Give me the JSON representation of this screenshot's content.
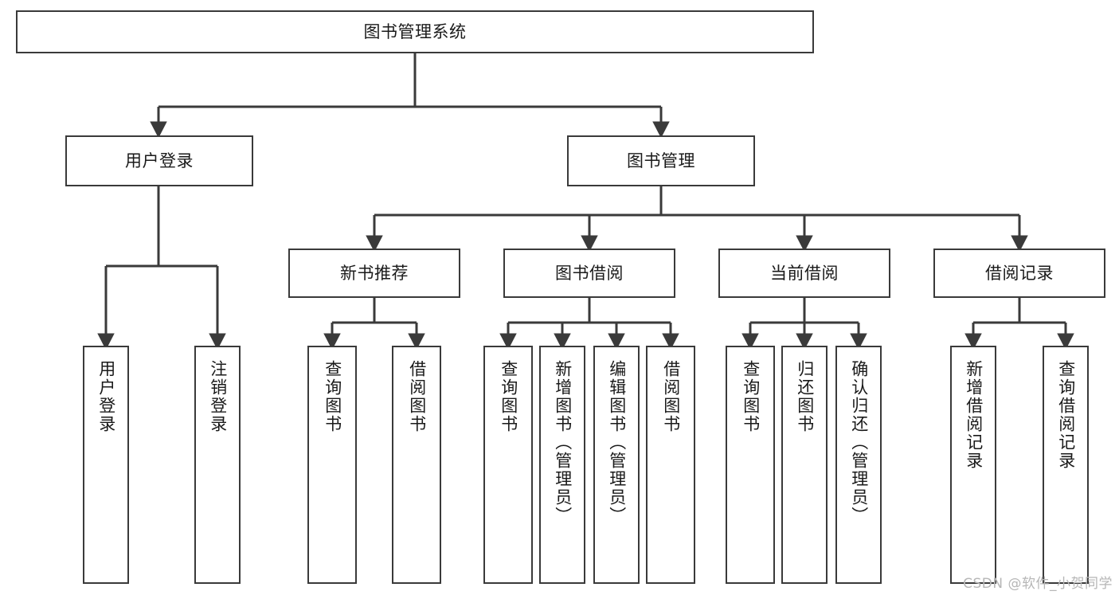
{
  "diagram": {
    "title": "图书管理系统",
    "type": "tree-hierarchy",
    "root": {
      "id": "root",
      "label": "图书管理系统"
    },
    "level2": [
      {
        "id": "user-login",
        "label": "用户登录"
      },
      {
        "id": "book-manage",
        "label": "图书管理"
      }
    ],
    "level3": [
      {
        "id": "new-book-recommend",
        "label": "新书推荐",
        "parent": "book-manage"
      },
      {
        "id": "book-borrow",
        "label": "图书借阅",
        "parent": "book-manage"
      },
      {
        "id": "current-borrow",
        "label": "当前借阅",
        "parent": "book-manage"
      },
      {
        "id": "borrow-record",
        "label": "借阅记录",
        "parent": "book-manage"
      }
    ],
    "leaves": [
      {
        "id": "leaf-user-login",
        "label": "用户登录",
        "parent": "user-login"
      },
      {
        "id": "leaf-logout-login",
        "label": "注销登录",
        "parent": "user-login"
      },
      {
        "id": "leaf-query-book-1",
        "label": "查询图书",
        "parent": "new-book-recommend"
      },
      {
        "id": "leaf-borrow-book-1",
        "label": "借阅图书",
        "parent": "new-book-recommend"
      },
      {
        "id": "leaf-query-book-2",
        "label": "查询图书",
        "parent": "book-borrow"
      },
      {
        "id": "leaf-add-book",
        "label": "新增图书（管理员）",
        "parent": "book-borrow"
      },
      {
        "id": "leaf-edit-book",
        "label": "编辑图书（管理员）",
        "parent": "book-borrow"
      },
      {
        "id": "leaf-borrow-book-2",
        "label": "借阅图书",
        "parent": "book-borrow"
      },
      {
        "id": "leaf-query-book-3",
        "label": "查询图书",
        "parent": "current-borrow"
      },
      {
        "id": "leaf-return-book",
        "label": "归还图书",
        "parent": "current-borrow"
      },
      {
        "id": "leaf-confirm-return",
        "label": "确认归还（管理员）",
        "parent": "current-borrow"
      },
      {
        "id": "leaf-add-record",
        "label": "新增借阅记录",
        "parent": "borrow-record"
      },
      {
        "id": "leaf-query-record",
        "label": "查询借阅记录",
        "parent": "borrow-record"
      }
    ]
  },
  "watermark": {
    "text": "CSDN @软件_小贺同学"
  },
  "colors": {
    "border": "#3a3a3a",
    "background": "#ffffff",
    "text": "#1a1a1a",
    "watermark": "#b6b6b6"
  }
}
